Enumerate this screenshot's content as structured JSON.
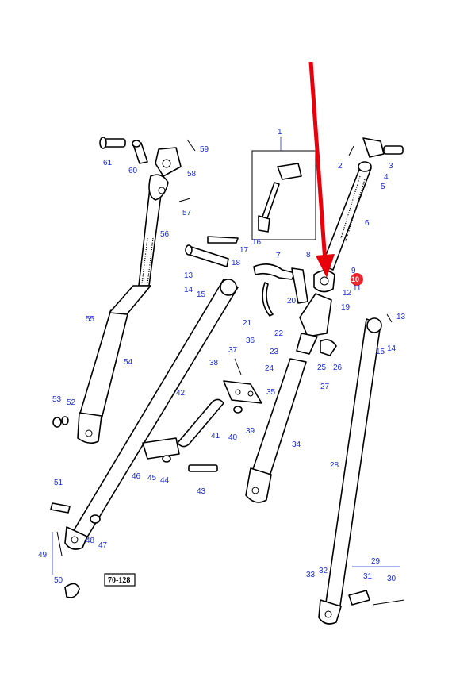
{
  "diagram": {
    "reference_code": "70-128",
    "highlight_color": "#e8262c",
    "arrow_color": "#e8000b",
    "label_color": "#1a2bd6",
    "highlighted_part": "10",
    "callouts": [
      "1",
      "2",
      "3",
      "4",
      "5",
      "6",
      "7",
      "8",
      "9",
      "10",
      "11",
      "12",
      "13",
      "13b",
      "14",
      "14b",
      "15",
      "15b",
      "16",
      "17",
      "18",
      "19",
      "20",
      "21",
      "22",
      "23",
      "24",
      "25",
      "26",
      "27",
      "28",
      "29",
      "30",
      "31",
      "32",
      "33",
      "34",
      "35",
      "36",
      "37",
      "38",
      "39",
      "40",
      "41",
      "42",
      "43",
      "44",
      "45",
      "46",
      "47",
      "48",
      "49",
      "50",
      "51",
      "52",
      "53",
      "54",
      "55",
      "56",
      "57",
      "58",
      "59",
      "60",
      "61"
    ]
  }
}
